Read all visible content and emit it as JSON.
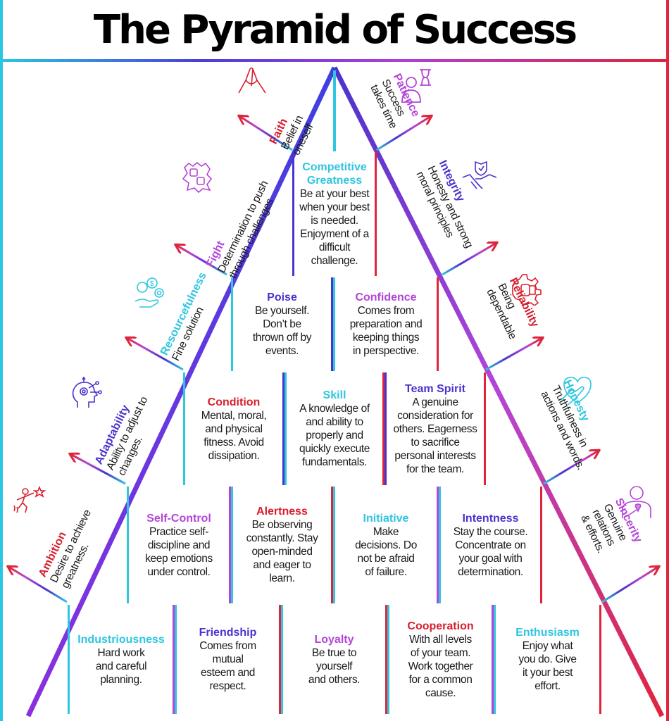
{
  "title": "The Pyramid of Success",
  "colors": {
    "cyan": "#2fc6df",
    "blue": "#4a33cc",
    "purple": "#b445d8",
    "red": "#d71f2e",
    "text": "#1a1a1a"
  },
  "pyramid": {
    "row1": [
      {
        "name": "Competitive Greatness",
        "color": "cyan",
        "desc": "Be at your best\nwhen your best\nis needed.\nEnjoyment of a\ndifficult\nchallenge."
      }
    ],
    "row2": [
      {
        "name": "Poise",
        "color": "blue",
        "desc": "Be yourself.\nDon’t be\nthrown off by\nevents."
      },
      {
        "name": "Confidence",
        "color": "purple",
        "desc": "Comes from\npreparation and\nkeeping things\nin perspective."
      }
    ],
    "row3": [
      {
        "name": "Condition",
        "color": "red",
        "desc": "Mental, moral,\nand physical\nfitness. Avoid\ndissipation."
      },
      {
        "name": "Skill",
        "color": "cyan",
        "desc": "A knowledge of\nand ability to\nproperly and\nquickly execute\nfundamentals."
      },
      {
        "name": "Team Spirit",
        "color": "blue",
        "desc": "A genuine\nconsideration for\nothers. Eagerness\nto sacrifice\npersonal interests\nfor the team."
      }
    ],
    "row4": [
      {
        "name": "Self-Control",
        "color": "purple",
        "desc": "Practice self-\ndiscipline and\nkeep emotions\nunder control."
      },
      {
        "name": "Alertness",
        "color": "red",
        "desc": "Be observing\nconstantly. Stay\nopen-minded\nand eager to\nlearn."
      },
      {
        "name": "Initiative",
        "color": "cyan",
        "desc": "Make\ndecisions. Do\nnot be afraid\nof failure."
      },
      {
        "name": "Intentness",
        "color": "blue",
        "desc": "Stay the course.\nConcentrate on\nyour goal with\ndetermination."
      }
    ],
    "row5": [
      {
        "name": "Industriousness",
        "color": "cyan",
        "desc": "Hard work\nand careful\nplanning."
      },
      {
        "name": "Friendship",
        "color": "blue",
        "desc": "Comes from\nmutual\nesteem and\nrespect."
      },
      {
        "name": "Loyalty",
        "color": "purple",
        "desc": "Be true to\nyourself\nand others."
      },
      {
        "name": "Cooperation",
        "color": "red",
        "desc": "With all levels\nof your team.\nWork together\nfor a common\ncause."
      },
      {
        "name": "Enthusiasm",
        "color": "cyan",
        "desc": "Enjoy what\nyou do. Give\nit your best\neffort."
      }
    ]
  },
  "left_traits": [
    {
      "name": "Faith",
      "color": "red",
      "desc": "Belief in\noneself",
      "icon": "praying-hands-icon"
    },
    {
      "name": "Fight",
      "color": "purple",
      "desc": "Determination to push\nthrough challenges",
      "icon": "fists-icon"
    },
    {
      "name": "Resourcefulness",
      "color": "cyan",
      "desc": "Fine solution",
      "icon": "idea-money-gear-icon"
    },
    {
      "name": "Adaptability",
      "color": "blue",
      "desc": "Ability to adjust to\nchanges.",
      "icon": "head-gear-icon"
    },
    {
      "name": "Ambition",
      "color": "red",
      "desc": "Desire to achieve\ngreatness.",
      "icon": "reaching-star-icon"
    }
  ],
  "right_traits": [
    {
      "name": "Patience",
      "color": "purple",
      "desc": "Success\ntakes time",
      "icon": "person-hourglass-icon"
    },
    {
      "name": "Integrity",
      "color": "blue",
      "desc": "Honesty and strong\nmoral principles",
      "icon": "handshake-shield-icon"
    },
    {
      "name": "Reliability",
      "color": "red",
      "desc": "Being\ndependable",
      "icon": "gear-thumbs-up-icon"
    },
    {
      "name": "Honesty",
      "color": "cyan",
      "desc": "Truthfulness in\nactions and words.",
      "icon": "hand-heart-icon"
    },
    {
      "name": "Sincerity",
      "color": "purple",
      "desc": "Genuine\nrelations & efforts.",
      "icon": "person-heart-icon"
    }
  ]
}
